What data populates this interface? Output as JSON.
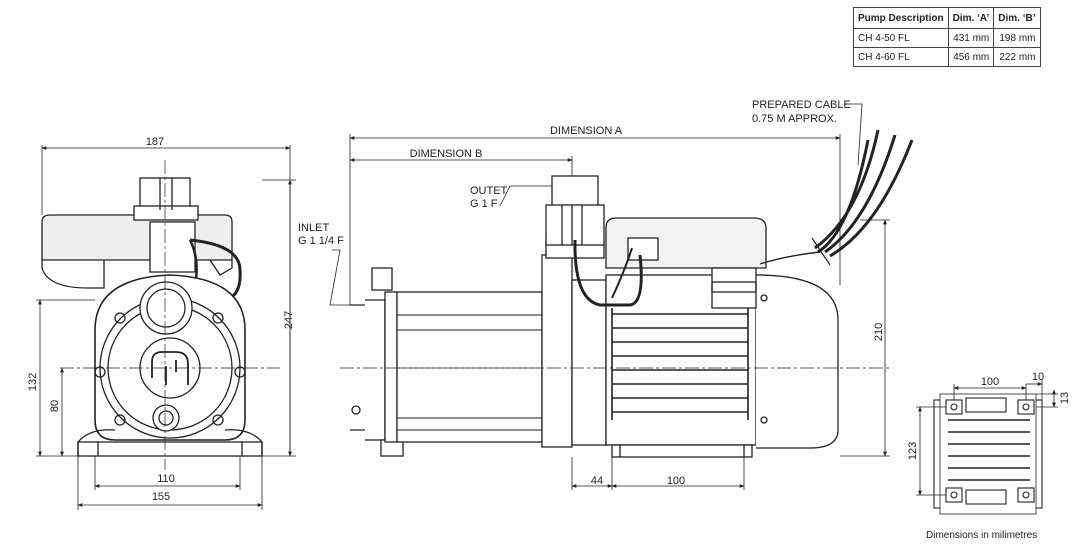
{
  "spec_table": {
    "headers": [
      "Pump Description",
      "Dim. ‘A’",
      "Dim. ‘B’"
    ],
    "rows": [
      [
        "CH 4-50 FL",
        "431 mm",
        "198 mm"
      ],
      [
        "CH 4-60 FL",
        "456 mm",
        "222 mm"
      ]
    ]
  },
  "front_view": {
    "width_total": "187",
    "height_total": "247",
    "height_132": "132",
    "height_80": "80",
    "base_110": "110",
    "base_155": "155"
  },
  "side_view": {
    "dimension_a": "DIMENSION A",
    "dimension_b": "DIMENSION B",
    "outlet_line1": "OUTET",
    "outlet_line2": "G 1 F",
    "inlet_line1": "INLET",
    "inlet_line2": "G 1 1/4 F",
    "cable_line1": "PREPARED CABLE",
    "cable_line2": "0.75 M APPROX.",
    "height_210": "210",
    "base_44": "44",
    "base_100": "100"
  },
  "base_view": {
    "width_100": "100",
    "offset_10": "10",
    "offset_13": "13",
    "height_123": "123"
  },
  "footnote": "Dimensions in milimetres"
}
